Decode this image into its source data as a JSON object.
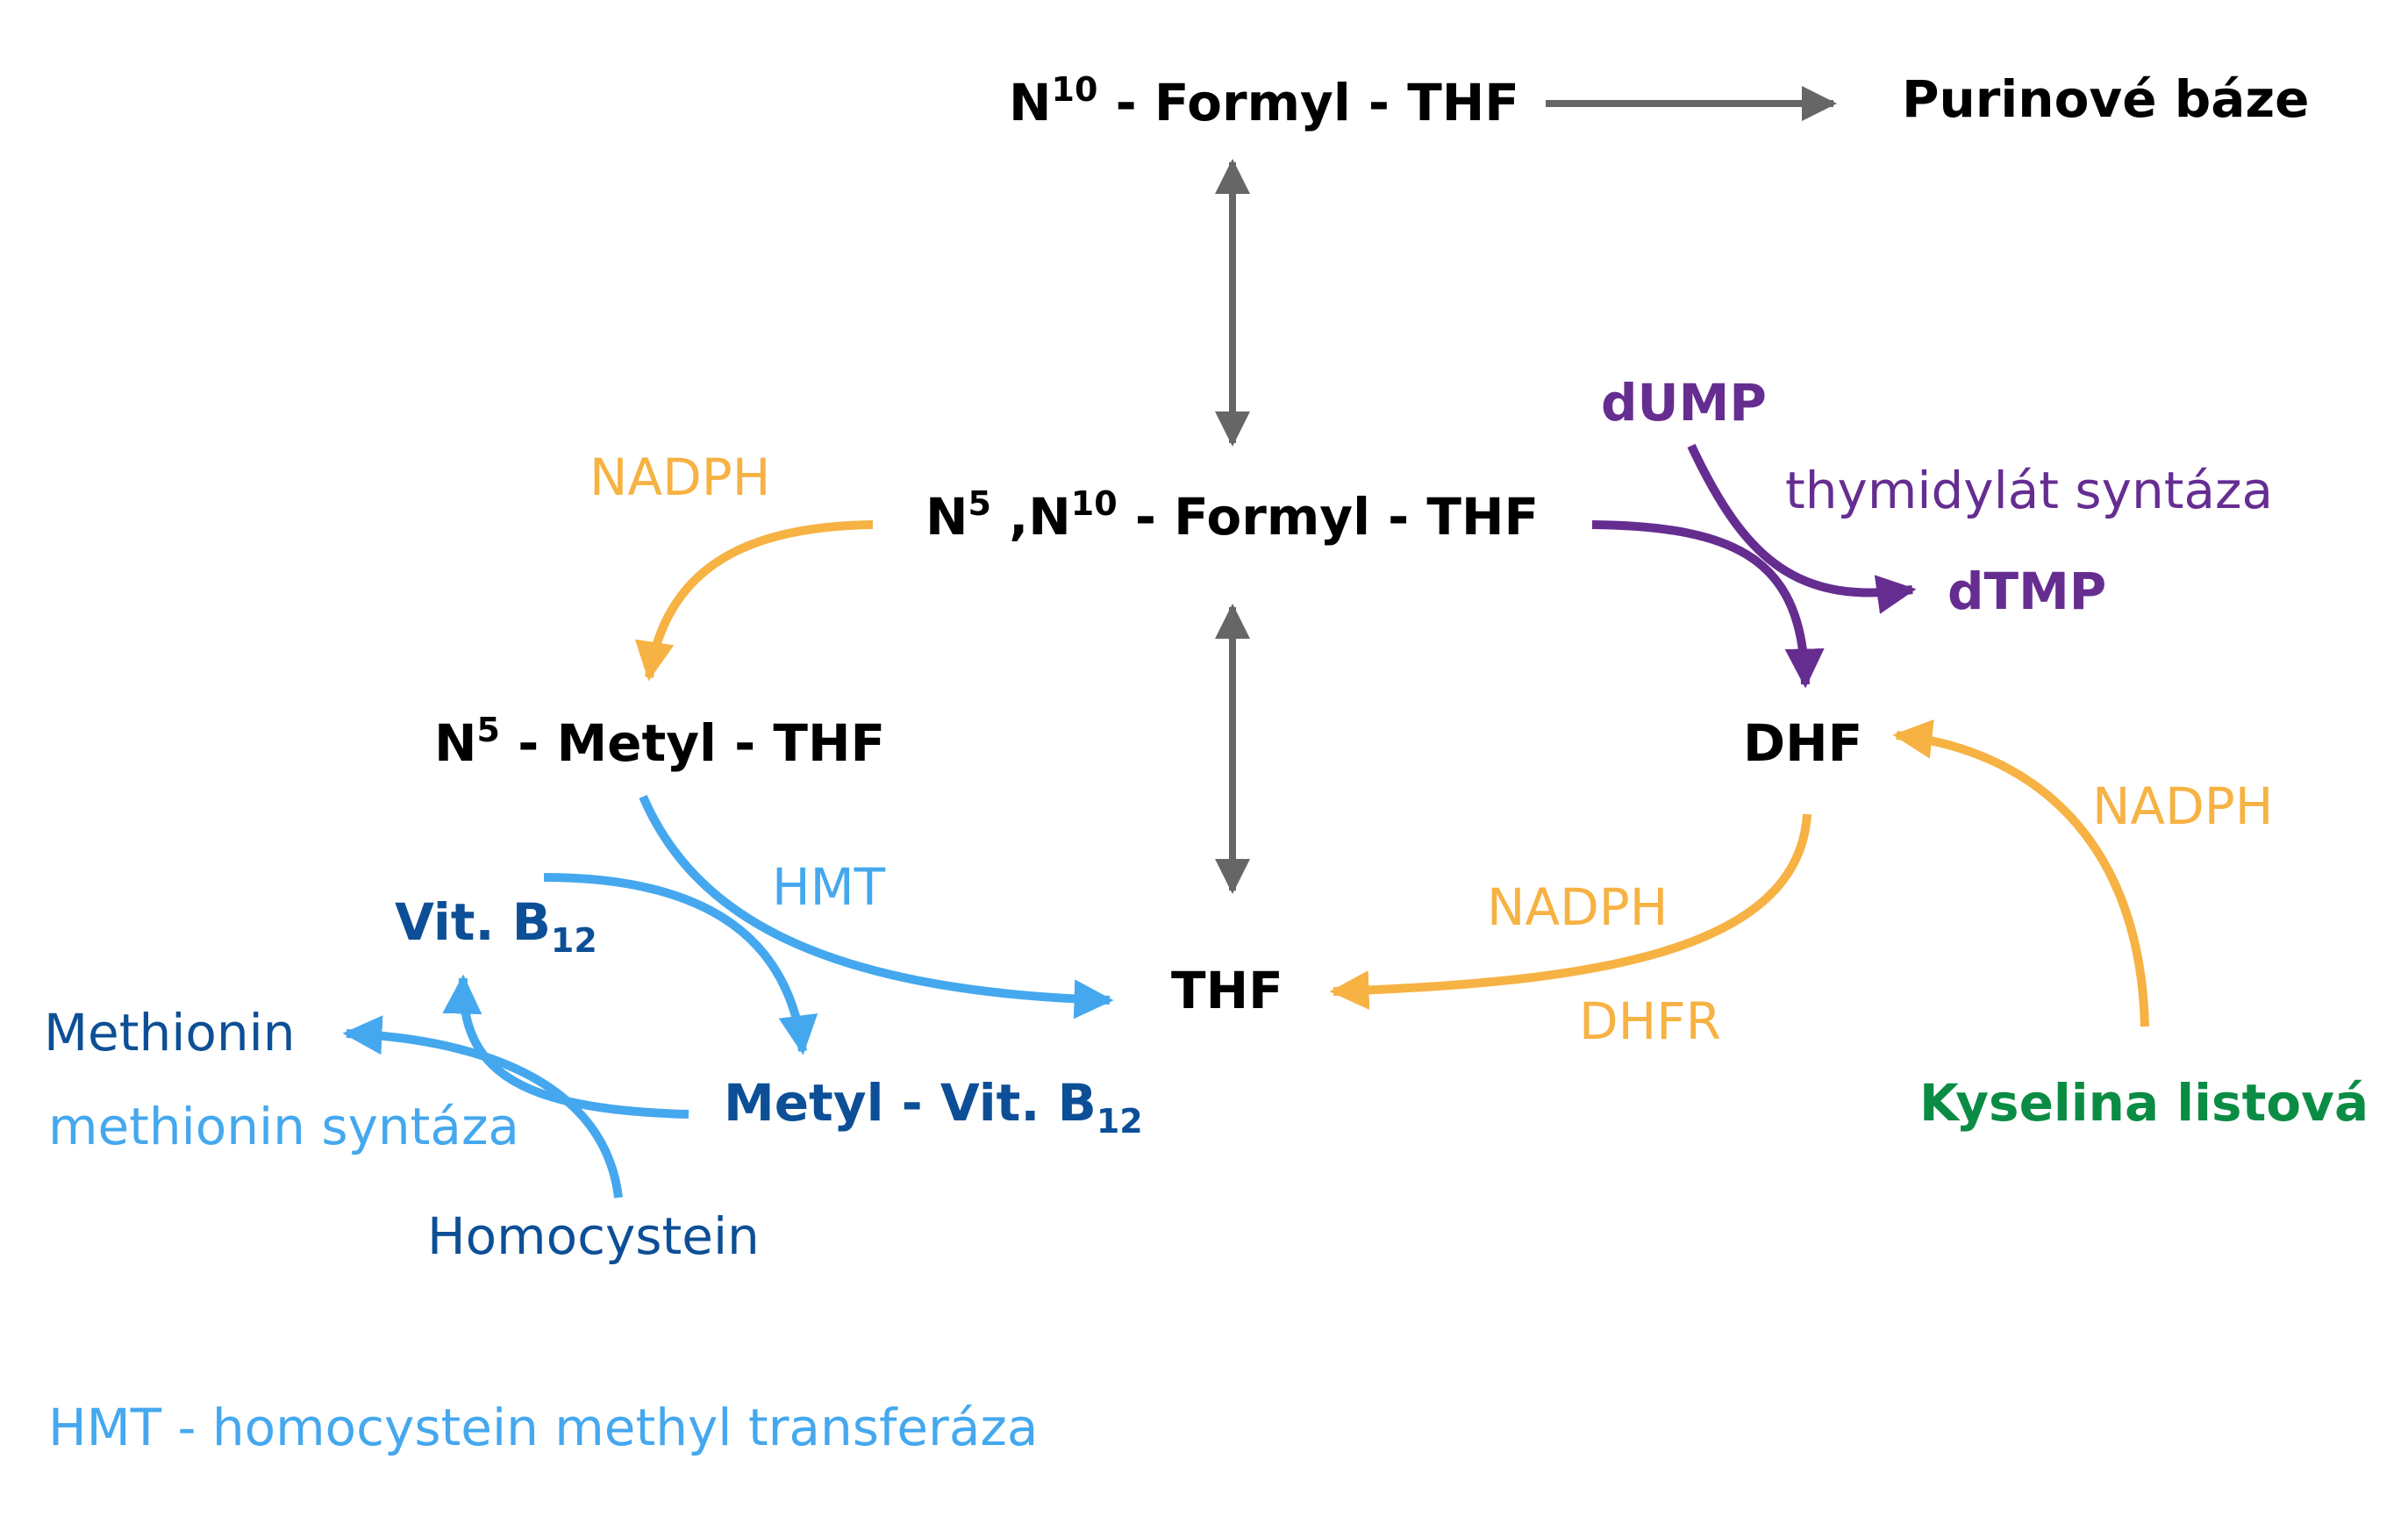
{
  "nodes": {
    "n10_formyl_thf": {
      "prefix": "N",
      "sup": "10",
      "suffix": " - Formyl - THF"
    },
    "purinove_baze": "Purinové báze",
    "n5n10_formyl_thf": {
      "p1": "N",
      "sup1": "5",
      "p2": " ,N",
      "sup2": "10",
      "suffix": " - Formyl - THF"
    },
    "n5_metyl_thf": {
      "prefix": "N",
      "sup": "5",
      "suffix": " - Metyl - THF"
    },
    "thf": "THF",
    "dhf": "DHF",
    "dump": "dUMP",
    "dtmp": "dTMP",
    "kyselina_listova": "Kyselina listová",
    "vit_b12": {
      "prefix": "Vit. B",
      "sub": "12"
    },
    "metyl_vit_b12": {
      "prefix": "Metyl - Vit. B",
      "sub": "12"
    },
    "methionin": "Methionin",
    "homocystein": "Homocystein"
  },
  "enzymes": {
    "nadph_left": "NADPH",
    "nadph_dhfr": "NADPH",
    "dhfr": "DHFR",
    "nadph_folate": "NADPH",
    "hmt": "HMT",
    "thymidylat_syntaza": "thymidylát syntáza",
    "methionin_syntaza": "methionin syntáza"
  },
  "legend": {
    "hmt_note": "HMT - homocystein methyl transferáza"
  },
  "colors": {
    "gray_arrow": "#666666",
    "orange": "#f6b243",
    "purple": "#662d91",
    "sky_blue": "#45a8ee",
    "navy": "#0d4f96",
    "green": "#0b8c44",
    "black": "#000000"
  }
}
